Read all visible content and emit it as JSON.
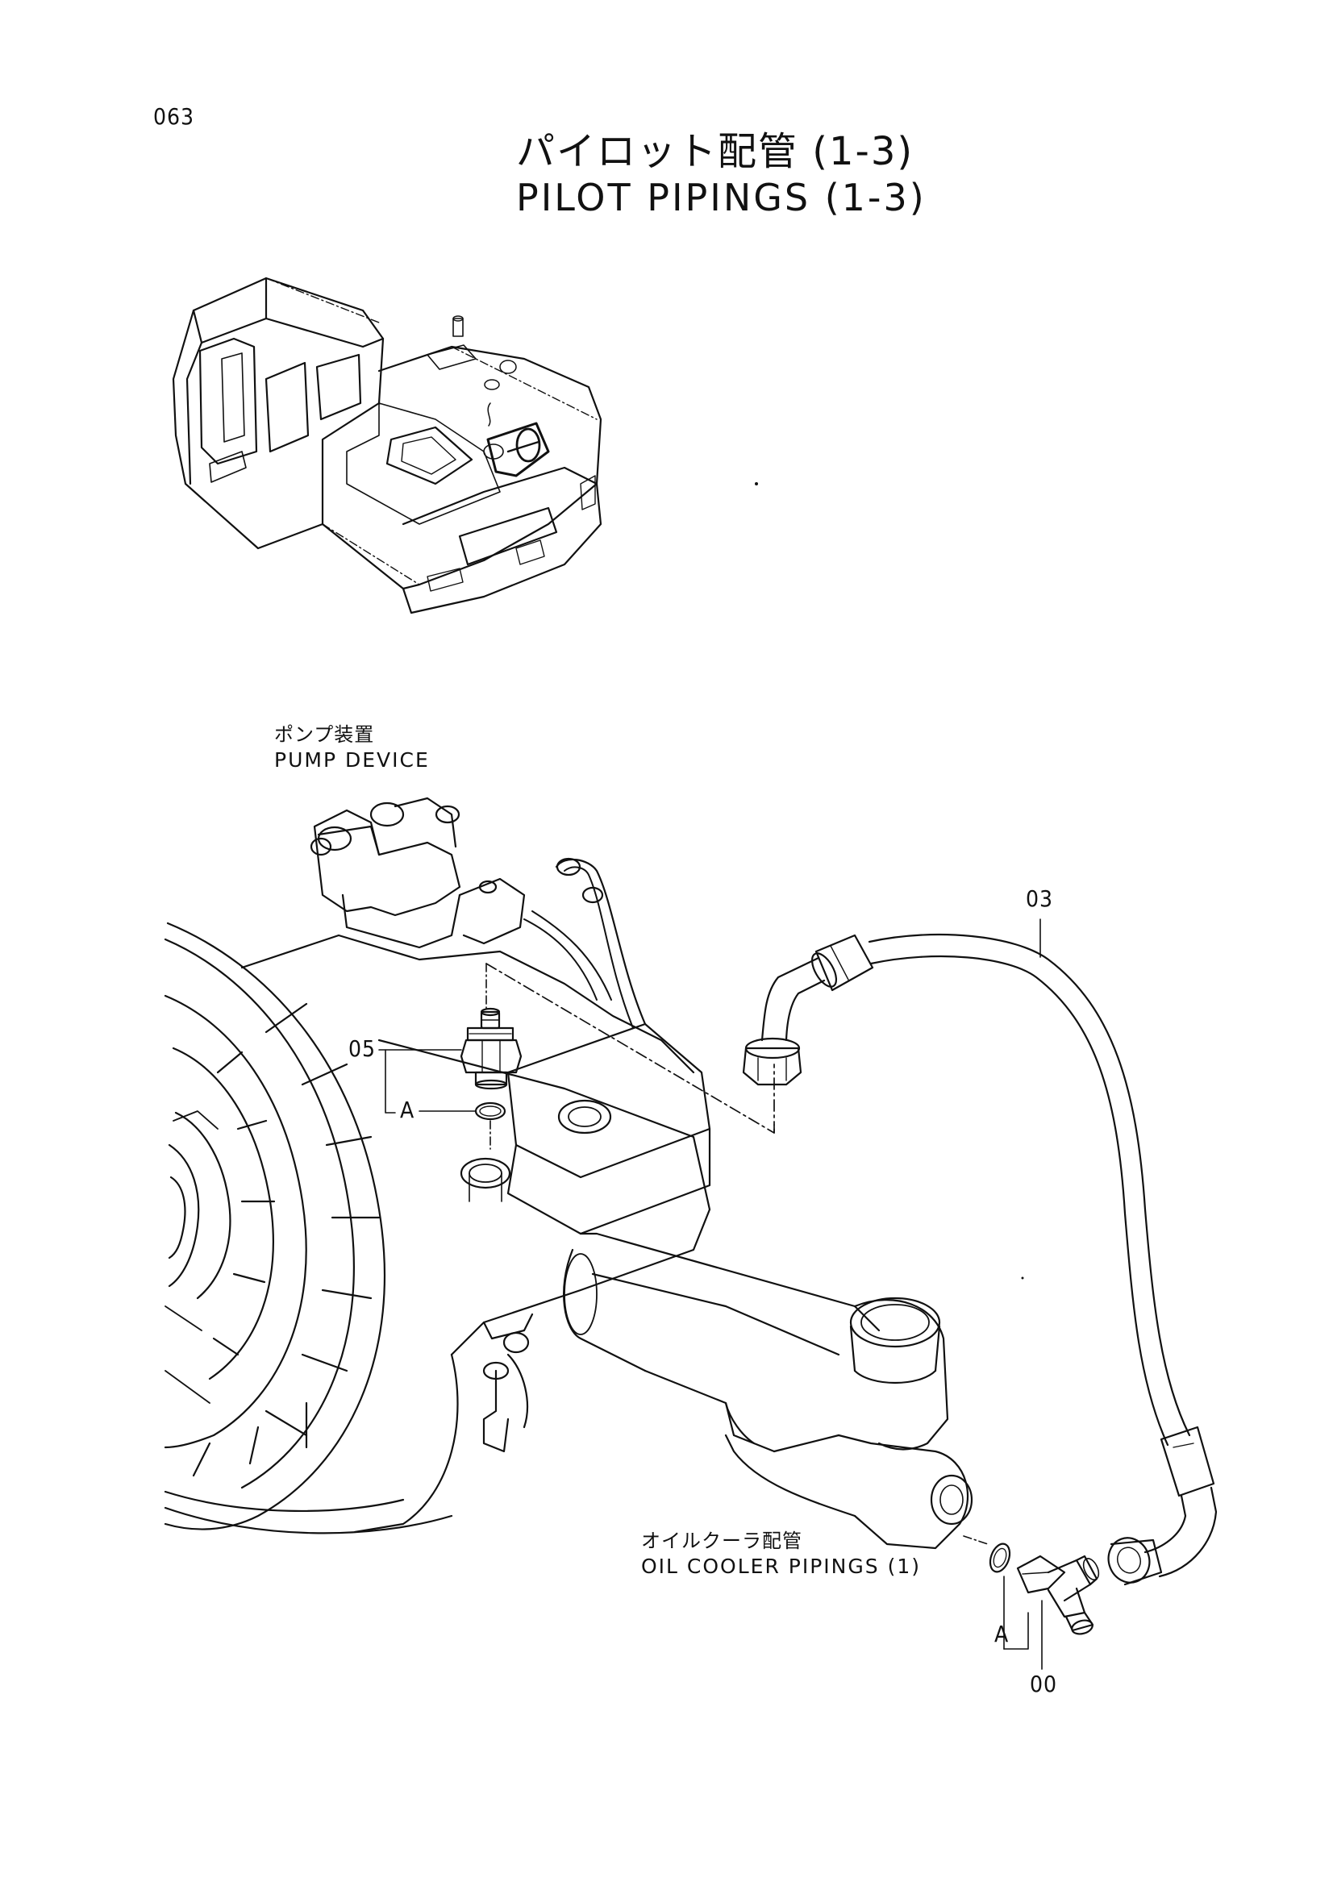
{
  "page_number": "063",
  "title": {
    "japanese": "パイロット配管 (1-3)",
    "english": "PILOT PIPINGS (1-3)"
  },
  "labels": {
    "pump_device": {
      "japanese": "ポンプ装置",
      "english": "PUMP DEVICE"
    },
    "oil_cooler": {
      "japanese": "オイルクーラ配管",
      "english": "OIL COOLER PIPINGS (1)"
    }
  },
  "callouts": {
    "hose": "03",
    "adapter": "05",
    "oring_upper": "A",
    "oring_lower": "A",
    "tee": "00"
  }
}
